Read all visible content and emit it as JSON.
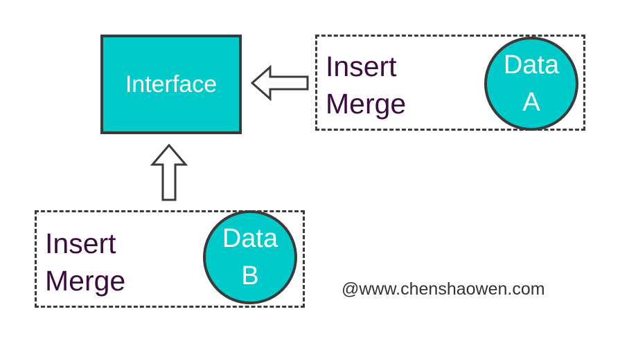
{
  "interface": {
    "label": "Interface"
  },
  "group_a": {
    "ops": [
      "Insert",
      "Merge"
    ],
    "data_line1": "Data",
    "data_line2": "A"
  },
  "group_b": {
    "ops": [
      "Insert",
      "Merge"
    ],
    "data_line1": "Data",
    "data_line2": "B"
  },
  "watermark": "@www.chenshaowen.com",
  "colors": {
    "teal": "#00CACA",
    "text_purple": "#3d0a3f",
    "outline": "#3a3a3a"
  },
  "icons": [
    "arrow-left-icon",
    "arrow-up-icon"
  ]
}
